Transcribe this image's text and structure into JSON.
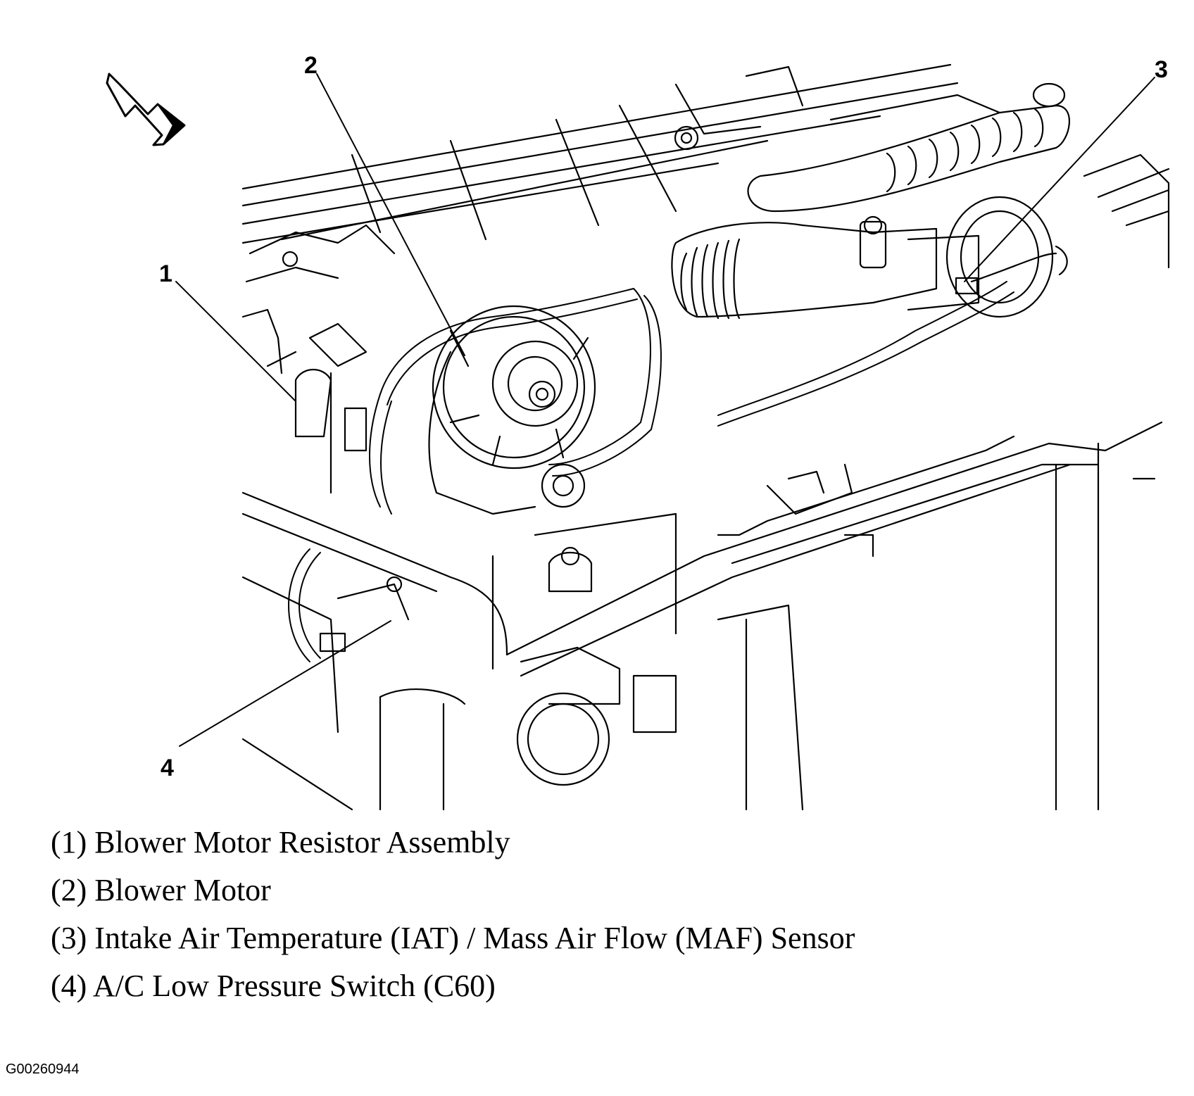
{
  "callouts": [
    {
      "number": "1",
      "label": "Blower Motor Resistor Assembly"
    },
    {
      "number": "2",
      "label": "Blower Motor"
    },
    {
      "number": "3",
      "label": "Intake Air Temperature (IAT) / Mass Air Flow (MAF) Sensor"
    },
    {
      "number": "4",
      "label": "A/C Low Pressure Switch (C60)"
    }
  ],
  "legend": [
    "(1) Blower Motor Resistor Assembly",
    "(2) Blower Motor",
    "(3) Intake Air Temperature (IAT) / Mass Air Flow (MAF) Sensor",
    "(4) A/C Low Pressure Switch (C60)"
  ],
  "figure_id": "G00260944",
  "colors": {
    "ink": "#000000",
    "paper": "#ffffff"
  },
  "icons": {
    "direction": "front-of-vehicle-arrow-icon"
  }
}
